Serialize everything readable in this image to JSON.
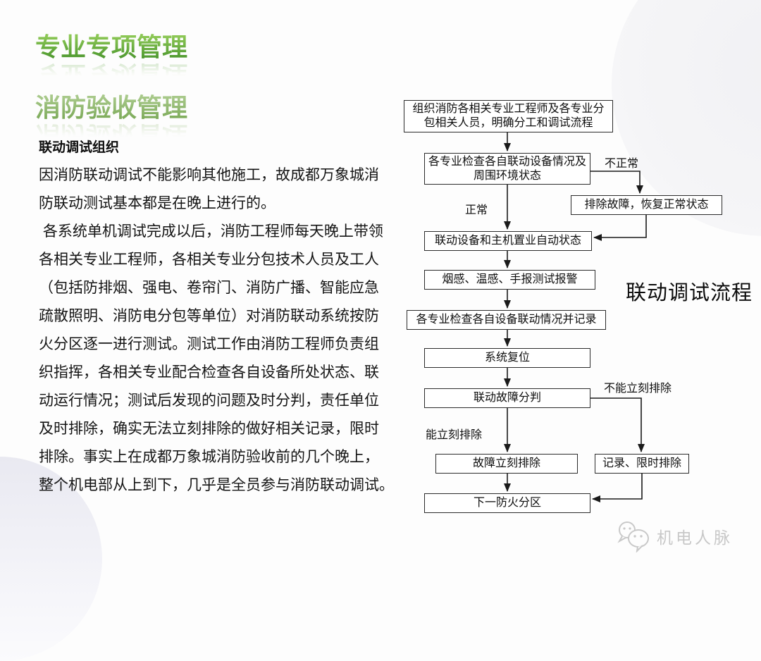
{
  "slide": {
    "title": "专业专项管理",
    "subtitle": "消防验收管理"
  },
  "article": {
    "heading": "联动调试组织",
    "lines": [
      "因消防联动调试不能影响其他施工，故成都万象城消",
      "防联动测试基本都是在晚上进行的。",
      " 各系统单机调试完成以后，消防工程师每天晚上带领",
      "各相关专业工程师，各相关专业分包技术人员及工人",
      "（包括防排烟、强电、卷帘门、消防广播、智能应急",
      "疏散照明、消防电分包等单位）对消防联动系统按防",
      "火分区逐一进行测试。测试工作由消防工程师负责组",
      "织指挥，各相关专业配合检查各自设备所处状态、联",
      "动运行情况；测试后发现的问题及时分判，责任单位",
      "及时排除，确实无法立刻排除的做好相关记录，限时",
      "排除。事实上在成都万象城消防验收前的几个晚上，",
      "整个机电部从上到下，几乎是全员参与消防联动调试。"
    ]
  },
  "flowchart": {
    "title": "联动调试流程",
    "boxes": {
      "org": "组织消防各相关专业工程师及各专业分包相关人员，明确分工和调试流程",
      "check": "各专业检查各自联动设备情况及周围环境状态",
      "fix_restore": "排除故障，恢复正常状态",
      "set_auto": "联动设备和主机置业自动状态",
      "alarm_test": "烟感、温感、手报测试报警",
      "record_check": "各专业检查各自设备联动情况并记录",
      "reset": "系统复位",
      "fault_judge": "联动故障分判",
      "fix_now": "故障立刻排除",
      "record_limit": "记录、限时排除",
      "next_zone": "下一防火分区"
    },
    "edge_labels": {
      "abnormal": "不正常",
      "normal": "正常",
      "cannot_fix_now": "不能立刻排除",
      "can_fix_now": "能立刻排除"
    }
  },
  "watermark": {
    "text": "机电人脉"
  },
  "colors": {
    "title_gradient_top": "#8cc755",
    "title_gradient_bottom": "#4f9930",
    "subtitle_gradient_top": "#a8c98a",
    "subtitle_gradient_bottom": "#7dab5a",
    "box_border": "#2b2b2b",
    "watermark_gray": "#c8c8c8"
  }
}
